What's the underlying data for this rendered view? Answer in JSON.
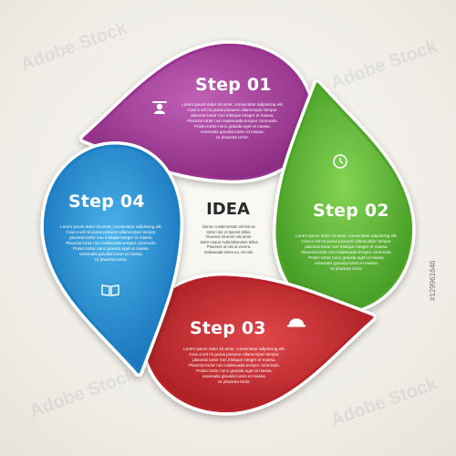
{
  "center": {
    "title": "IDEA",
    "body": "Donec condimentum vel nisl ac\ntortor nisl, et laoreet tellus.\nVivamus sit amet nisi amet.\ntortor neque nulla bibendum tellus\nPraesent ut nisi ut viverra.\nmalesuada lorem eu, vel nisi."
  },
  "steps": [
    {
      "title": "Step 01",
      "icon": "businessman-icon",
      "color": "#a83b9c",
      "body": "Lorem ipsum dolor sit amet, consectetur adipiscing elit.\nCras a vel mi purus posuere ullamcorper tempor.\nplacerat tortor non tristique integer et massa.\nPlacerat tortor non malesuada tempor commodo.\nPosim tortor nunc gravida eget ut massa.\nvenenatis gravida lorem et massa.\nUt pharetra tortor."
    },
    {
      "title": "Step 02",
      "icon": "clock-icon",
      "color": "#5bb52f",
      "body": "Lorem ipsum dolor sit amet, consectetur adipiscing elit.\nCras a vel mi purus posuere ullamcorper tempor.\nplacerat tortor non tristique integer et massa.\nPlacerat tortor non malesuada tempor commodo.\nPosim tortor nunc gravida eget ut massa.\nvenenatis gravida lorem et massa.\nUt pharetra tortor."
    },
    {
      "title": "Step 03",
      "icon": "hard-hat-icon",
      "color": "#c92a2e",
      "body": "Lorem ipsum dolor sit amet, consectetur adipiscing elit.\nCras a vel mi purus posuere ullamcorper tempor.\nplacerat tortor non tristique integer et massa.\nPlacerat tortor non malesuada tempor commodo.\nPosim tortor nunc gravida eget ut massa.\nvenenatis gravida lorem et massa.\nUt pharetra tortor."
    },
    {
      "title": "Step 04",
      "icon": "book-icon",
      "color": "#1e8ed2",
      "body": "Lorem ipsum dolor sit amet, consectetur adipiscing elit.\nCras a vel mi purus posuere ullamcorper tempor.\nplacerat tortor non tristique integer et massa.\nPlacerat tortor non malesuada tempor commodo.\nPosim tortor nunc gravida eget ut massa.\nvenenatis gravida lorem et massa.\nUt pharetra tortor."
    }
  ],
  "watermark": "Adobe Stock",
  "stock_id": "#129961646"
}
